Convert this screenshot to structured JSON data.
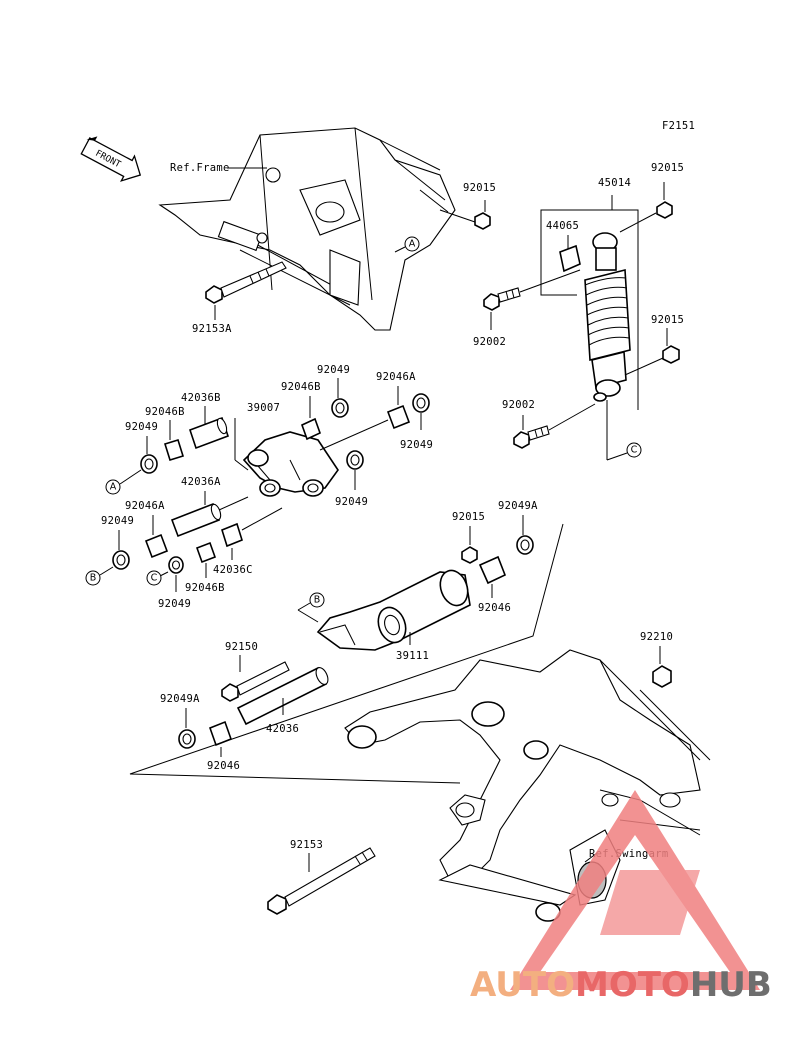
{
  "figure_code": "F2151",
  "direction_label": "FRONT",
  "reference_labels": {
    "frame": "Ref.Frame",
    "swingarm": "Ref.Swingarm"
  },
  "callout_letters": [
    "A",
    "B",
    "C"
  ],
  "part_numbers": {
    "p92015_top": "92015",
    "p92153A": "92153A",
    "p45014": "45014",
    "p92015_shock_top": "92015",
    "p44065": "44065",
    "p92002_upper": "92002",
    "p92015_shock_mid": "92015",
    "p92002_lower": "92002",
    "p42036B": "42036B",
    "p92046B_left": "92046B",
    "p92049_left_top": "92049",
    "p39007": "39007",
    "p92046B_mid": "92046B",
    "p92049_top": "92049",
    "p92046A_right": "92046A",
    "p92049_right": "92049",
    "p92049_link": "92049",
    "p42036A": "42036A",
    "p92046A_left": "92046A",
    "p92049_left_bottom": "92049",
    "p42036C": "42036C",
    "p92046B_lower": "92046B",
    "p92049_lower": "92049",
    "p92015_arm": "92015",
    "p92049A_top": "92049A",
    "p92046_right": "92046",
    "p39111": "39111",
    "p92150": "92150",
    "p92210": "92210",
    "p92049A_lower": "92049A",
    "p42036": "42036",
    "p92046_lower": "92046",
    "p92153": "92153"
  },
  "watermark": {
    "part1": "AUTO",
    "part2": "MOTO",
    "part3": "HUB",
    "colors": {
      "auto": "#f2a26b",
      "moto": "#e54d4d",
      "hub": "#555555",
      "triangle": "#f08080"
    }
  }
}
